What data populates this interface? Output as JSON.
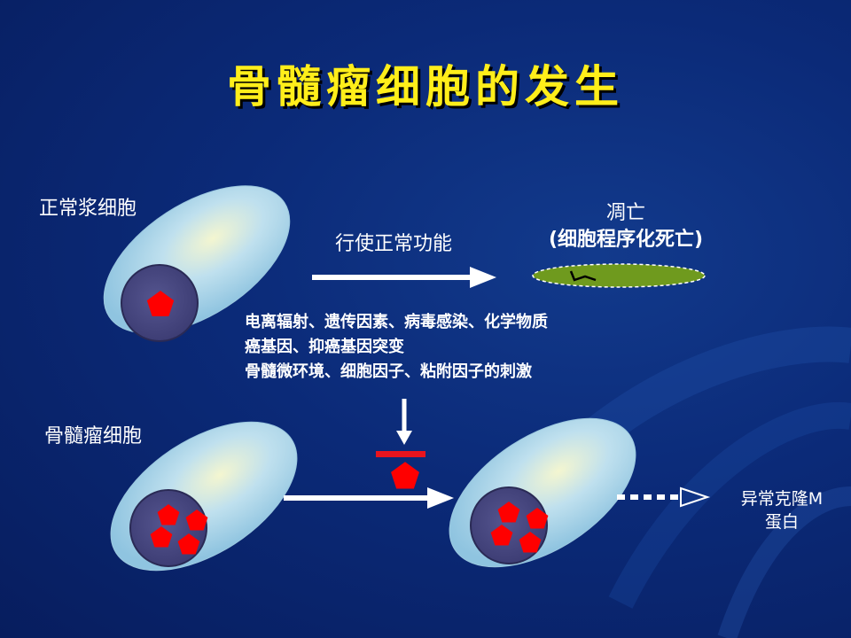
{
  "title": "骨髓瘤细胞的发生",
  "normal_cell_label": "正常浆细胞",
  "normal_function_label": "行使正常功能",
  "apoptosis": {
    "line1": "凋亡",
    "line2": "(细胞程序化死亡)"
  },
  "factors": [
    "电离辐射、遗传因素、病毒感染、化学物质",
    "癌基因、抑癌基因突变",
    "骨髓微环境、细胞因子、粘附因子的刺激"
  ],
  "myeloma_cell_label": "骨髓瘤细胞",
  "result": {
    "line1": "异常克隆M",
    "line2": "蛋白"
  },
  "colors": {
    "background": "#0b2a78",
    "title": "#ffee1a",
    "cell_body": "#a9d6ec",
    "cell_nucleus": "#4a4a86",
    "pentagon": "#ff0000",
    "apoptotic_body": "#6f9a1e",
    "inhibit_bar": "#e8141e"
  }
}
